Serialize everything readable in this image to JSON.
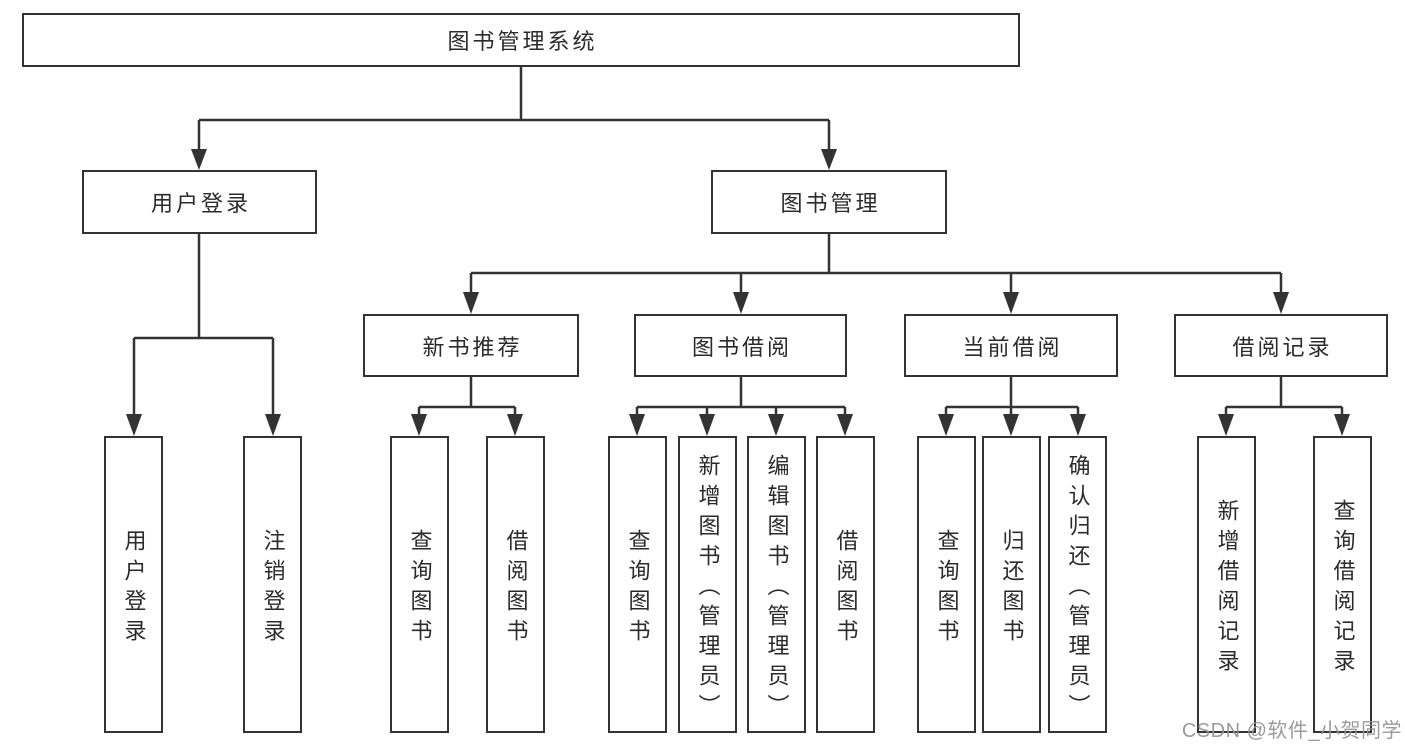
{
  "diagram": {
    "root": {
      "label": "图书管理系统"
    },
    "branches": [
      {
        "label": "用户登录",
        "children": [
          {
            "label": "用户登录"
          },
          {
            "label": "注销登录"
          }
        ]
      },
      {
        "label": "图书管理",
        "groups": [
          {
            "label": "新书推荐",
            "children": [
              {
                "label": "查询图书"
              },
              {
                "label": "借阅图书"
              }
            ]
          },
          {
            "label": "图书借阅",
            "children": [
              {
                "label": "查询图书"
              },
              {
                "label": "新增图书（管理员）"
              },
              {
                "label": "编辑图书（管理员）"
              },
              {
                "label": "借阅图书"
              }
            ]
          },
          {
            "label": "当前借阅",
            "children": [
              {
                "label": "查询图书"
              },
              {
                "label": "归还图书"
              },
              {
                "label": "确认归还（管理员）"
              }
            ]
          },
          {
            "label": "借阅记录",
            "children": [
              {
                "label": "新增借阅记录"
              },
              {
                "label": "查询借阅记录"
              }
            ]
          }
        ]
      }
    ]
  },
  "watermark": {
    "text": "CSDN @软件_小贺同学"
  },
  "colors": {
    "line": "#333333",
    "box_border": "#333333",
    "box_fill": "#ffffff",
    "text": "#2b2b2b",
    "watermark": "#969696",
    "background": "#ffffff"
  }
}
